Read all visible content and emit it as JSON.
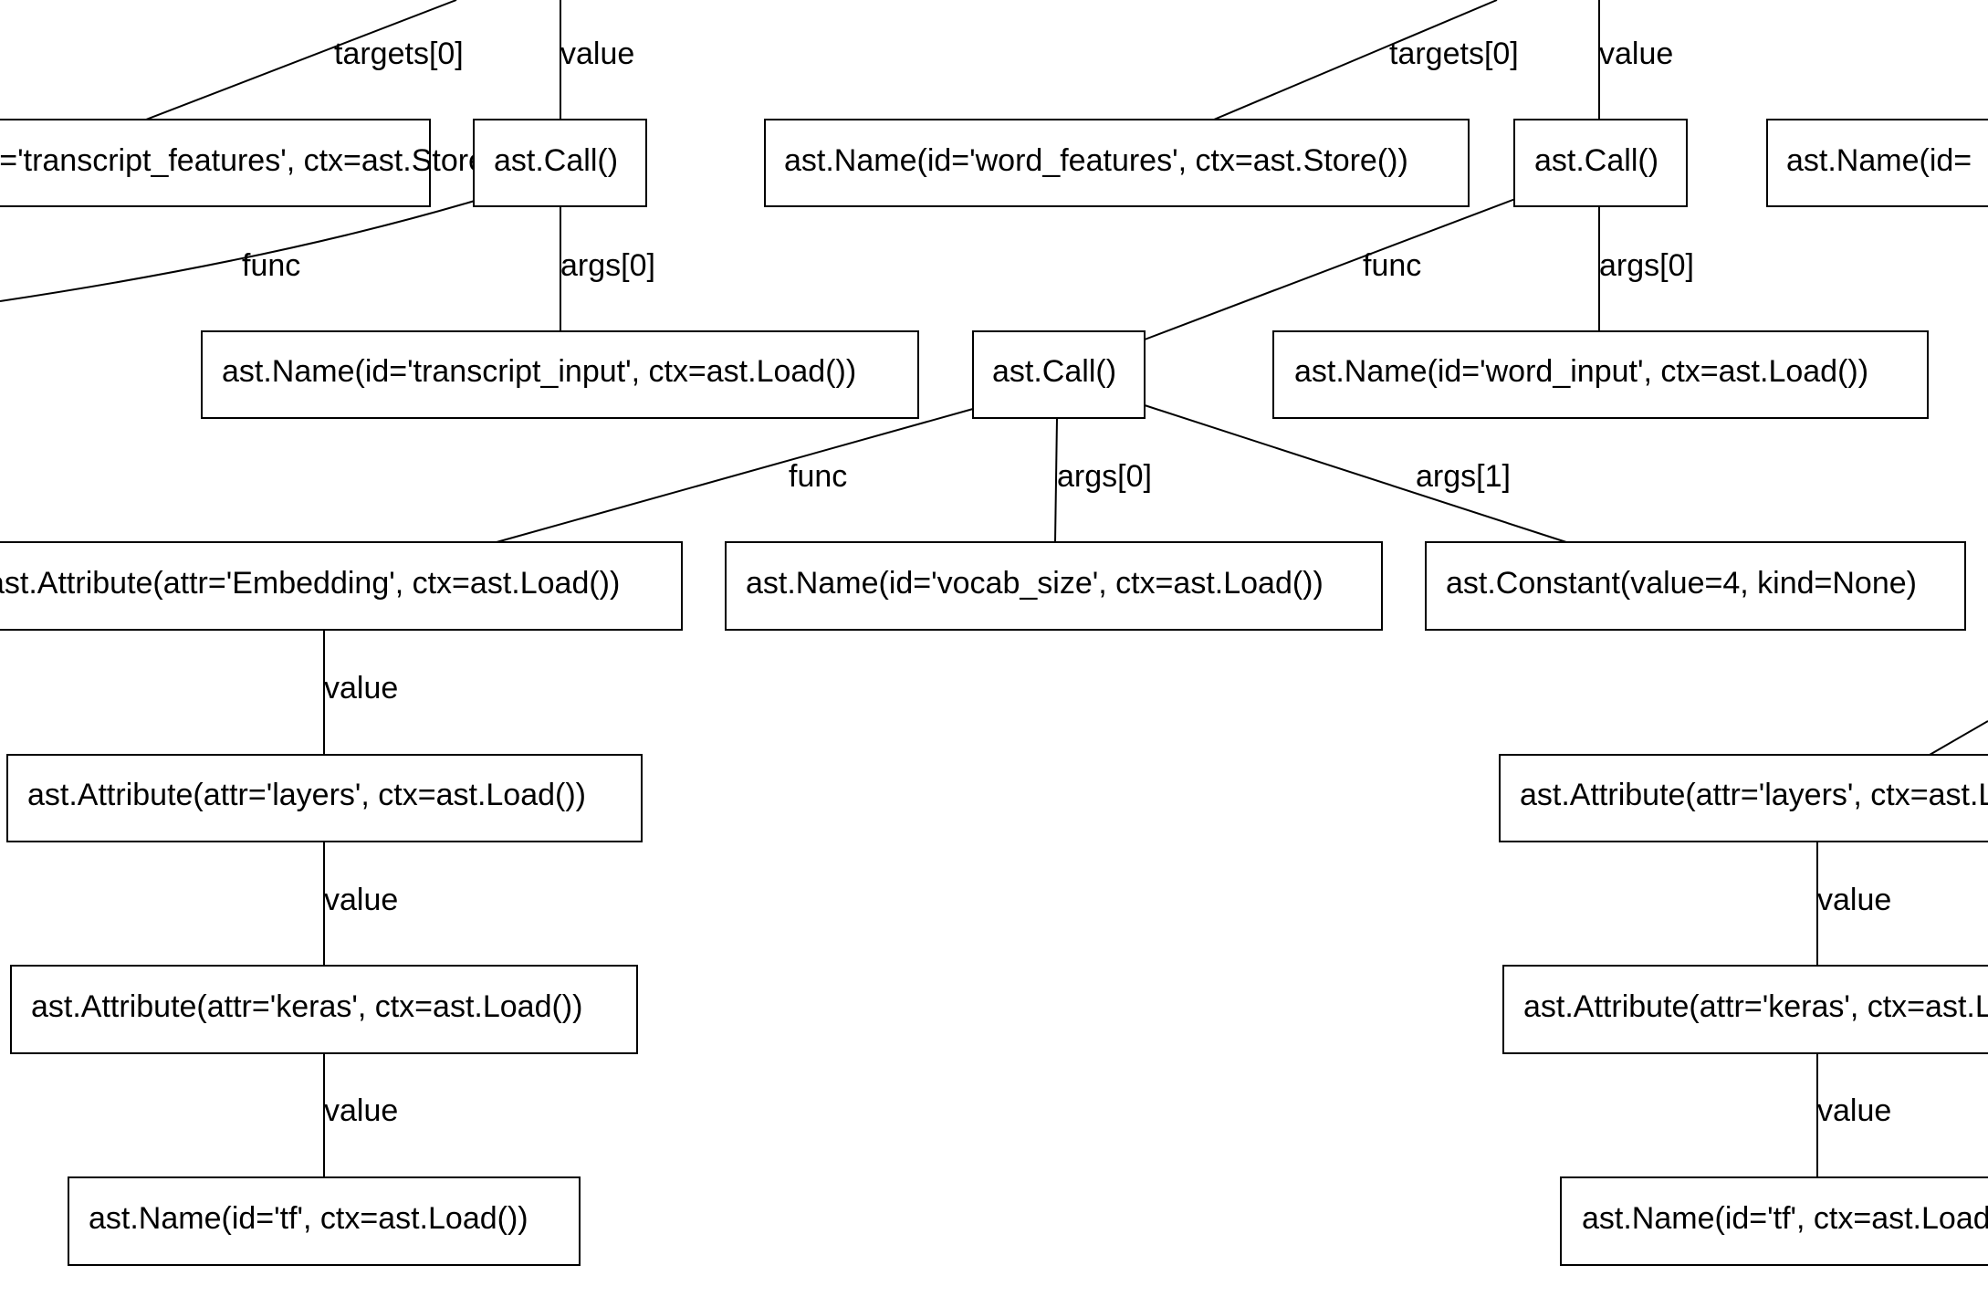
{
  "nodes": [
    {
      "id": "n_store_left",
      "label": "ast.Name(id='transcript_features', ctx=ast.Store())"
    },
    {
      "id": "n_call_left",
      "label": "ast.Call()"
    },
    {
      "id": "n_store_mid",
      "label": "ast.Name(id='word_features', ctx=ast.Store())"
    },
    {
      "id": "n_call_mid",
      "label": "ast.Call()"
    },
    {
      "id": "n_name_right",
      "label": "ast.Name(id="
    },
    {
      "id": "n_transcript_input",
      "label": "ast.Name(id='transcript_input', ctx=ast.Load())"
    },
    {
      "id": "n_call_inner",
      "label": "ast.Call()"
    },
    {
      "id": "n_word_input",
      "label": "ast.Name(id='word_input', ctx=ast.Load())"
    },
    {
      "id": "n_attr_embedding",
      "label": "ast.Attribute(attr='Embedding', ctx=ast.Load())"
    },
    {
      "id": "n_vocab_size",
      "label": "ast.Name(id='vocab_size', ctx=ast.Load())"
    },
    {
      "id": "n_constant",
      "label": "ast.Constant(value=4, kind=None)"
    },
    {
      "id": "n_attr_layers_l",
      "label": "ast.Attribute(attr='layers', ctx=ast.Load())"
    },
    {
      "id": "n_attr_keras_l",
      "label": "ast.Attribute(attr='keras', ctx=ast.Load())"
    },
    {
      "id": "n_name_tf_l",
      "label": "ast.Name(id='tf', ctx=ast.Load())"
    },
    {
      "id": "n_attr_layers_r",
      "label": "ast.Attribute(attr='layers', ctx=ast.Load())"
    },
    {
      "id": "n_attr_keras_r",
      "label": "ast.Attribute(attr='keras', ctx=ast.Load())"
    },
    {
      "id": "n_name_tf_r",
      "label": "ast.Name(id='tf', ctx=ast.Load())"
    }
  ],
  "edges": [
    {
      "id": "e1",
      "label": "targets[0]"
    },
    {
      "id": "e2",
      "label": "value"
    },
    {
      "id": "e3",
      "label": "targets[0]"
    },
    {
      "id": "e4",
      "label": "value"
    },
    {
      "id": "e5",
      "label": "func"
    },
    {
      "id": "e6",
      "label": "args[0]"
    },
    {
      "id": "e7",
      "label": "func"
    },
    {
      "id": "e8",
      "label": "args[0]"
    },
    {
      "id": "e9",
      "label": "func"
    },
    {
      "id": "e10",
      "label": "args[0]"
    },
    {
      "id": "e11",
      "label": "args[1]"
    },
    {
      "id": "e12",
      "label": "value"
    },
    {
      "id": "e13",
      "label": "value"
    },
    {
      "id": "e14",
      "label": "value"
    },
    {
      "id": "e15",
      "label": "value"
    },
    {
      "id": "e16",
      "label": "value"
    },
    {
      "id": "e17",
      "label": ""
    }
  ]
}
